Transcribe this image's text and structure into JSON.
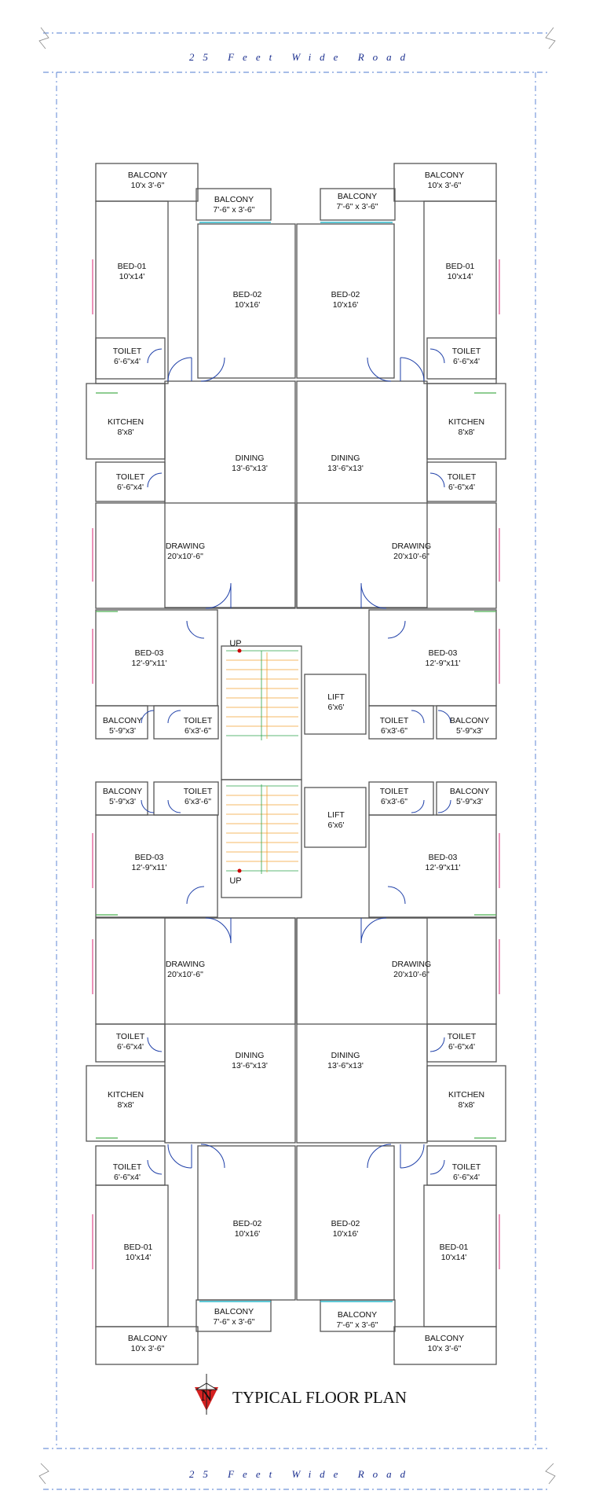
{
  "road_top": "25 Feet Wide Road",
  "road_bottom": "25 Feet Wide Road",
  "title": "TYPICAL FLOOR PLAN",
  "north_symbol": "N",
  "north_icon": "north-arrow-icon",
  "stair_up_top": "UP",
  "stair_up_bottom": "UP",
  "colors": {
    "wall": "#555555",
    "door": "#1e3fa8",
    "window": "#29b6c9",
    "road": "#1b2f8f",
    "stair": "#f0a030"
  },
  "rooms": [
    {
      "id": "balcony-tl",
      "name": "BALCONY",
      "size": "10'x 3'-6\""
    },
    {
      "id": "balcony-tl2",
      "name": "BALCONY",
      "size": "7'-6\" x 3'-6\""
    },
    {
      "id": "balcony-tr2",
      "name": "BALCONY",
      "size": "7'-6\" x 3'-6\""
    },
    {
      "id": "balcony-tr",
      "name": "BALCONY",
      "size": "10'x 3'-6\""
    },
    {
      "id": "bed01-tl",
      "name": "BED-01",
      "size": "10'x14'"
    },
    {
      "id": "bed02-tl",
      "name": "BED-02",
      "size": "10'x16'"
    },
    {
      "id": "bed02-tr",
      "name": "BED-02",
      "size": "10'x16'"
    },
    {
      "id": "bed01-tr",
      "name": "BED-01",
      "size": "10'x14'"
    },
    {
      "id": "toilet-tl1",
      "name": "TOILET",
      "size": "6'-6\"x4'"
    },
    {
      "id": "toilet-tr1",
      "name": "TOILET",
      "size": "6'-6\"x4'"
    },
    {
      "id": "kitchen-tl",
      "name": "KITCHEN",
      "size": "8'x8'"
    },
    {
      "id": "kitchen-tr",
      "name": "KITCHEN",
      "size": "8'x8'"
    },
    {
      "id": "dining-tl",
      "name": "DINING",
      "size": "13'-6\"x13'"
    },
    {
      "id": "dining-tr",
      "name": "DINING",
      "size": "13'-6\"x13'"
    },
    {
      "id": "toilet-tl2",
      "name": "TOILET",
      "size": "6'-6\"x4'"
    },
    {
      "id": "toilet-tr2",
      "name": "TOILET",
      "size": "6'-6\"x4'"
    },
    {
      "id": "drawing-tl",
      "name": "DRAWING",
      "size": "20'x10'-6\""
    },
    {
      "id": "drawing-tr",
      "name": "DRAWING",
      "size": "20'x10'-6\""
    },
    {
      "id": "bed03-tl",
      "name": "BED-03",
      "size": "12'-9\"x11'"
    },
    {
      "id": "bed03-tr",
      "name": "BED-03",
      "size": "12'-9\"x11'"
    },
    {
      "id": "lift-t",
      "name": "LIFT",
      "size": "6'x6'"
    },
    {
      "id": "balcony-ml1",
      "name": "BALCONY",
      "size": "5'-9\"x3'"
    },
    {
      "id": "toilet-ml1",
      "name": "TOILET",
      "size": "6'x3'-6\""
    },
    {
      "id": "toilet-mr1",
      "name": "TOILET",
      "size": "6'x3'-6\""
    },
    {
      "id": "balcony-mr1",
      "name": "BALCONY",
      "size": "5'-9\"x3'"
    },
    {
      "id": "balcony-ml2",
      "name": "BALCONY",
      "size": "5'-9\"x3'"
    },
    {
      "id": "toilet-ml2",
      "name": "TOILET",
      "size": "6'x3'-6\""
    },
    {
      "id": "toilet-mr2",
      "name": "TOILET",
      "size": "6'x3'-6\""
    },
    {
      "id": "balcony-mr2",
      "name": "BALCONY",
      "size": "5'-9\"x3'"
    },
    {
      "id": "lift-b",
      "name": "LIFT",
      "size": "6'x6'"
    },
    {
      "id": "bed03-bl",
      "name": "BED-03",
      "size": "12'-9\"x11'"
    },
    {
      "id": "bed03-br",
      "name": "BED-03",
      "size": "12'-9\"x11'"
    },
    {
      "id": "drawing-bl",
      "name": "DRAWING",
      "size": "20'x10'-6\""
    },
    {
      "id": "drawing-br",
      "name": "DRAWING",
      "size": "20'x10'-6\""
    },
    {
      "id": "toilet-bl2",
      "name": "TOILET",
      "size": "6'-6\"x4'"
    },
    {
      "id": "toilet-br2",
      "name": "TOILET",
      "size": "6'-6\"x4'"
    },
    {
      "id": "dining-bl",
      "name": "DINING",
      "size": "13'-6\"x13'"
    },
    {
      "id": "dining-br",
      "name": "DINING",
      "size": "13'-6\"x13'"
    },
    {
      "id": "kitchen-bl",
      "name": "KITCHEN",
      "size": "8'x8'"
    },
    {
      "id": "kitchen-br",
      "name": "KITCHEN",
      "size": "8'x8'"
    },
    {
      "id": "toilet-bl1",
      "name": "TOILET",
      "size": "6'-6\"x4'"
    },
    {
      "id": "toilet-br1",
      "name": "TOILET",
      "size": "6'-6\"x4'"
    },
    {
      "id": "bed01-bl",
      "name": "BED-01",
      "size": "10'x14'"
    },
    {
      "id": "bed02-bl",
      "name": "BED-02",
      "size": "10'x16'"
    },
    {
      "id": "bed02-br",
      "name": "BED-02",
      "size": "10'x16'"
    },
    {
      "id": "bed01-br",
      "name": "BED-01",
      "size": "10'x14'"
    },
    {
      "id": "balcony-bl2",
      "name": "BALCONY",
      "size": "7'-6\" x 3'-6\""
    },
    {
      "id": "balcony-br2",
      "name": "BALCONY",
      "size": "7'-6\" x 3'-6\""
    },
    {
      "id": "balcony-bl",
      "name": "BALCONY",
      "size": "10'x 3'-6\""
    },
    {
      "id": "balcony-br",
      "name": "BALCONY",
      "size": "10'x 3'-6\""
    }
  ]
}
